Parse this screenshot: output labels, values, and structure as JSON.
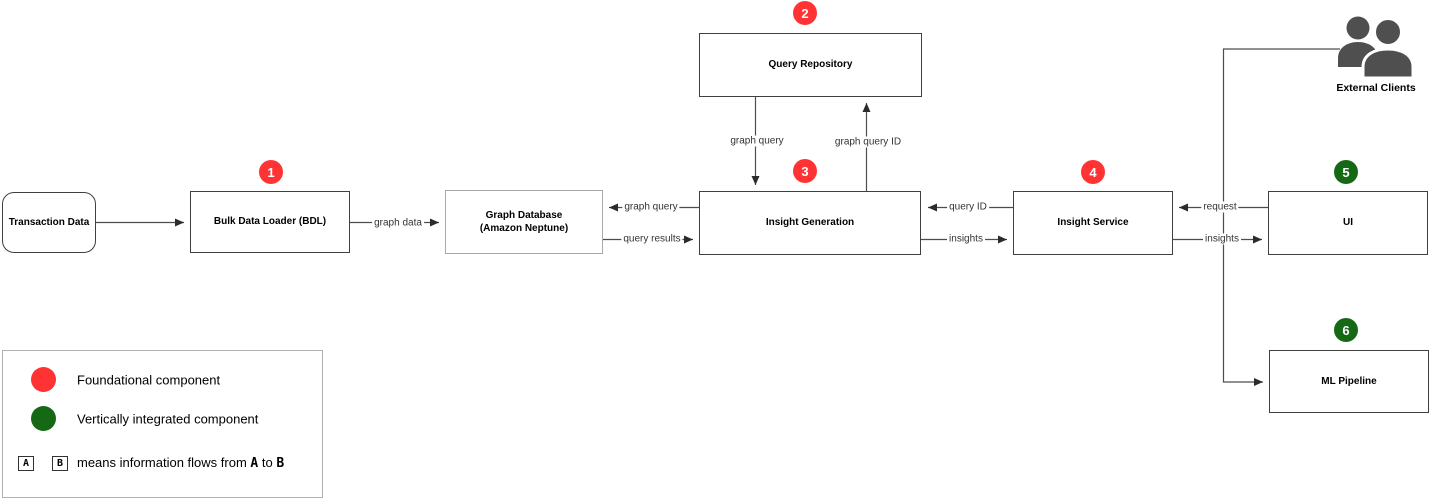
{
  "diagram": {
    "nodes": {
      "transaction_data": {
        "label": "Transaction Data"
      },
      "bdl": {
        "label": "Bulk Data Loader (BDL)",
        "badge": "1"
      },
      "graph_db": {
        "label_line1": "Graph Database",
        "label_line2": "(Amazon Neptune)"
      },
      "query_repository": {
        "label": "Query Repository",
        "badge": "2"
      },
      "insight_generation": {
        "label": "Insight Generation",
        "badge": "3"
      },
      "insight_service": {
        "label": "Insight Service",
        "badge": "4"
      },
      "ui": {
        "label": "UI",
        "badge": "5"
      },
      "ml_pipeline": {
        "label": "ML Pipeline",
        "badge": "6"
      },
      "external_clients": {
        "label": "External Clients"
      }
    },
    "edges": {
      "bdl_to_graphdb": "graph data",
      "insightgen_to_graphdb": "graph query",
      "graphdb_to_insightgen": "query results",
      "queryrepo_to_insightgen": "graph query",
      "insightgen_to_queryrepo": "graph query ID",
      "insightservice_to_insightgen": "query ID",
      "insightgen_to_insightservice": "insights",
      "ui_to_insightservice": "request",
      "insightservice_to_ui": "insights"
    },
    "badge_colors": {
      "foundational": "#ff3333",
      "vertical": "#156915"
    }
  },
  "legend": {
    "foundational_label": "Foundational component",
    "vertical_label": "Vertically integrated component",
    "flow_box_a": "A",
    "flow_box_b": "B",
    "flow_text_prefix": "means information flows from",
    "flow_a": "A",
    "flow_to": "to",
    "flow_b": "B"
  }
}
